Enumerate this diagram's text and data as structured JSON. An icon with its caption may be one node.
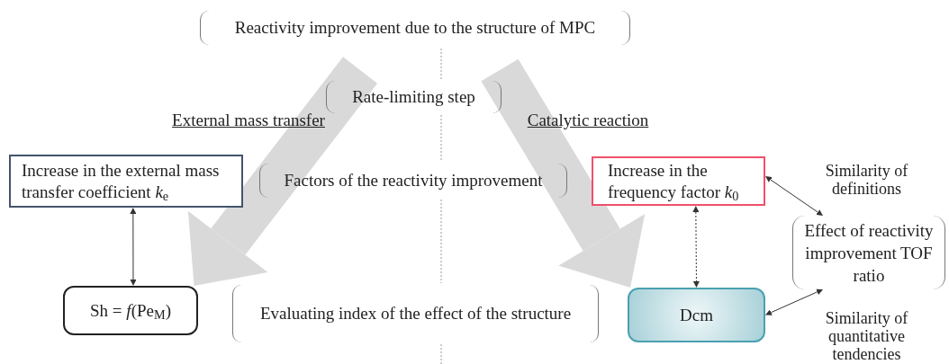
{
  "diagram": {
    "nodes": [
      {
        "text": [
          "Increase in the external mass transfer coefficient *k*$_{e}$"
        ]
      },
      {
        "text": [
          "Increase in the frequency factor *k*$_{0}$"
        ]
      },
      {
        "text": [
          "Sh = *f*(Pe$_{M}$)"
        ]
      },
      {
        "text": [
          "Dcm"
        ]
      },
      {
        "text": [
          "Effect of reactivity improvement TOF ratio"
        ]
      }
    ],
    "edges": [
      {
        "from": 0,
        "to": 2,
        "arrow": "both"
      },
      {
        "from": 1,
        "to": 3,
        "arrow": "both",
        "style": "dashed"
      },
      {
        "from": 1,
        "to": 4,
        "arrow": "both",
        "label": "Similarity of definitions"
      },
      {
        "from": 3,
        "to": 4,
        "arrow": "both",
        "label": "Similarity of quantitative tendencies"
      },
      {
        "from": null,
        "to": 2,
        "arrow": "to",
        "style": "thick",
        "color": "#d9d9d9"
      },
      {
        "from": null,
        "to": 3,
        "arrow": "to",
        "style": "thick",
        "color": "#d9d9d9"
      }
    ],
    "labels": [
      "Reactivity improvement due to the structure of MPC",
      "External mass transfer",
      "Rate-limiting step",
      "Catalytic reaction",
      "Factors of the reactivity improvement",
      "Evaluating index of the effect of the structure"
    ]
  }
}
